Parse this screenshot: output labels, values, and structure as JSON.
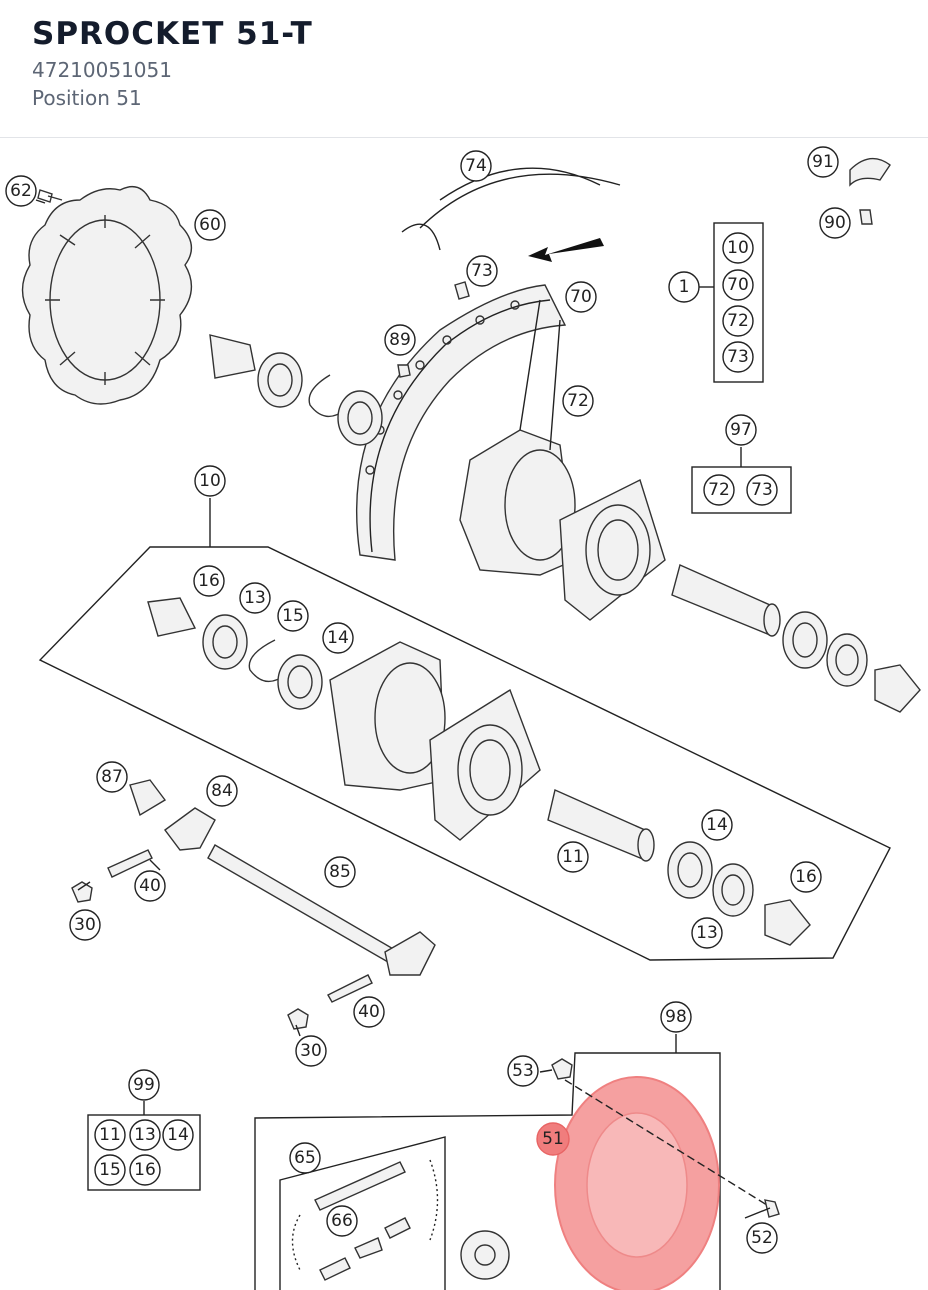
{
  "header": {
    "title": "SPROCKET 51-T",
    "part_number": "47210051051",
    "position": "Position 51"
  },
  "highlight_color": "#f07d7d",
  "callouts": {
    "c62": "62",
    "c60": "60",
    "c74": "74",
    "c73a": "73",
    "c70": "70",
    "c89": "89",
    "c72": "72",
    "c91": "91",
    "c90": "90",
    "c1": "1",
    "g1_10": "10",
    "g1_70": "70",
    "g1_72": "72",
    "g1_73": "73",
    "c97": "97",
    "g97_72": "72",
    "g97_73": "73",
    "c10": "10",
    "c16a": "16",
    "c13a": "13",
    "c15": "15",
    "c14a": "14",
    "c87": "87",
    "c84": "84",
    "c40a": "40",
    "c30a": "30",
    "c85": "85",
    "c11": "11",
    "c14b": "14",
    "c16b": "16",
    "c13b": "13",
    "c40b": "40",
    "c30b": "30",
    "c98": "98",
    "c53": "53",
    "c51": "51",
    "c52": "52",
    "c99": "99",
    "g99_11": "11",
    "g99_13": "13",
    "g99_14": "14",
    "g99_15": "15",
    "g99_16": "16",
    "c65": "65",
    "c66": "66"
  }
}
